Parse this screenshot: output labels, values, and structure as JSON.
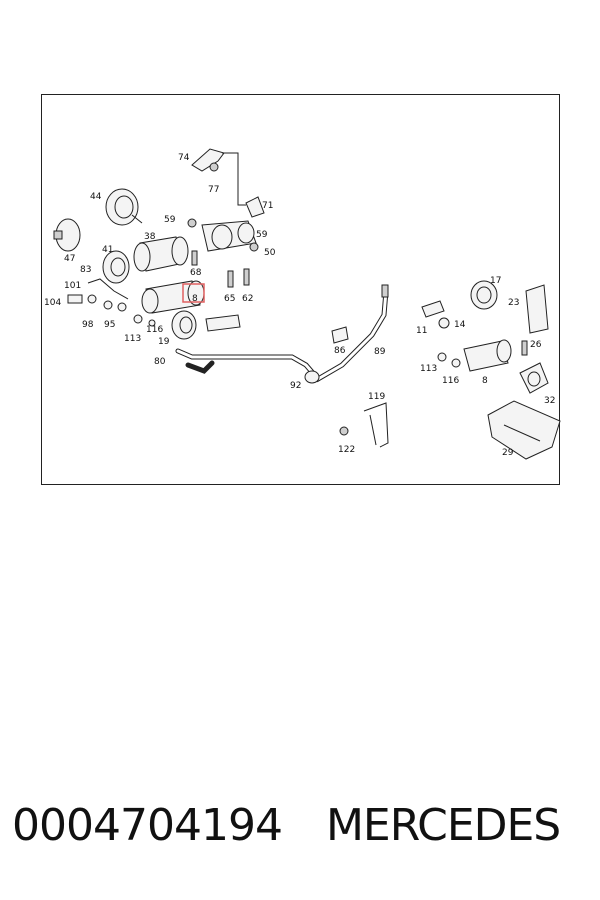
{
  "diagram": {
    "labels": [
      "74",
      "77",
      "71",
      "44",
      "59",
      "38",
      "59",
      "50",
      "47",
      "41",
      "68",
      "65",
      "62",
      "83",
      "101",
      "8",
      "104",
      "98",
      "95",
      "116",
      "113",
      "19",
      "80",
      "92",
      "86",
      "89",
      "11",
      "14",
      "17",
      "23",
      "26",
      "113",
      "116",
      "8",
      "32",
      "119",
      "122",
      "29"
    ],
    "highlighted_label": "8"
  },
  "caption": {
    "part_number": "0004704194",
    "brand": "MERCEDES"
  },
  "colors": {
    "highlight": "#e06060",
    "line": "#222222"
  }
}
